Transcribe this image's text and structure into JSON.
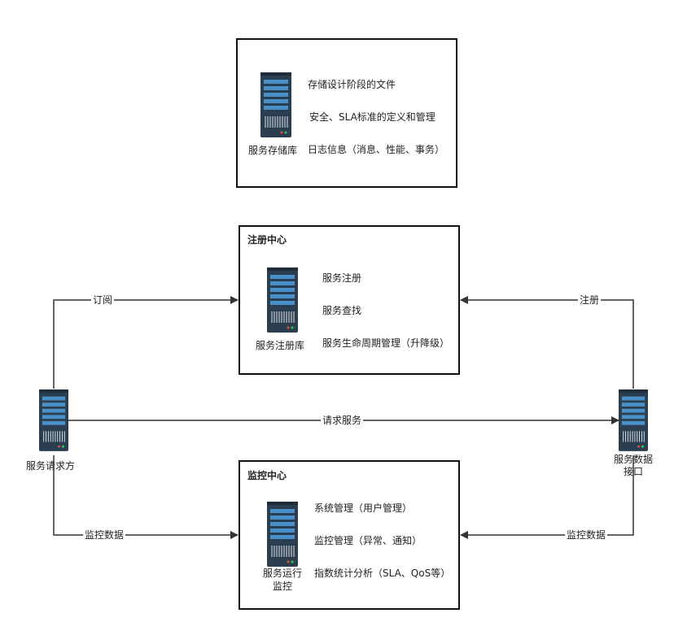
{
  "storage_box": {
    "server_label": "服务存储库",
    "items": [
      "存储设计阶段的文件",
      "安全、SLA标准的定义和管理",
      "日志信息（消息、性能、事务）"
    ]
  },
  "registry_box": {
    "title": "注册中心",
    "server_label": "服务注册库",
    "items": [
      "服务注册",
      "服务查找",
      "服务生命周期管理（升降级）"
    ]
  },
  "monitor_box": {
    "title": "监控中心",
    "server_label_line1": "服务运行",
    "server_label_line2": "监控",
    "items": [
      "系统管理（用户管理）",
      "监控管理（异常、通知）",
      "指数统计分析（SLA、QoS等）"
    ]
  },
  "requester": {
    "label": "服务请求方"
  },
  "provider": {
    "label_line1": "服务数据",
    "label_line2": "接口"
  },
  "edges": {
    "subscribe": "订阅",
    "register": "注册",
    "request": "请求服务",
    "monitor_left": "监控数据",
    "monitor_right": "监控数据"
  },
  "colors": {
    "server_body": "#2b3e50",
    "server_slot": "#4a90c8",
    "line": "#333333"
  }
}
